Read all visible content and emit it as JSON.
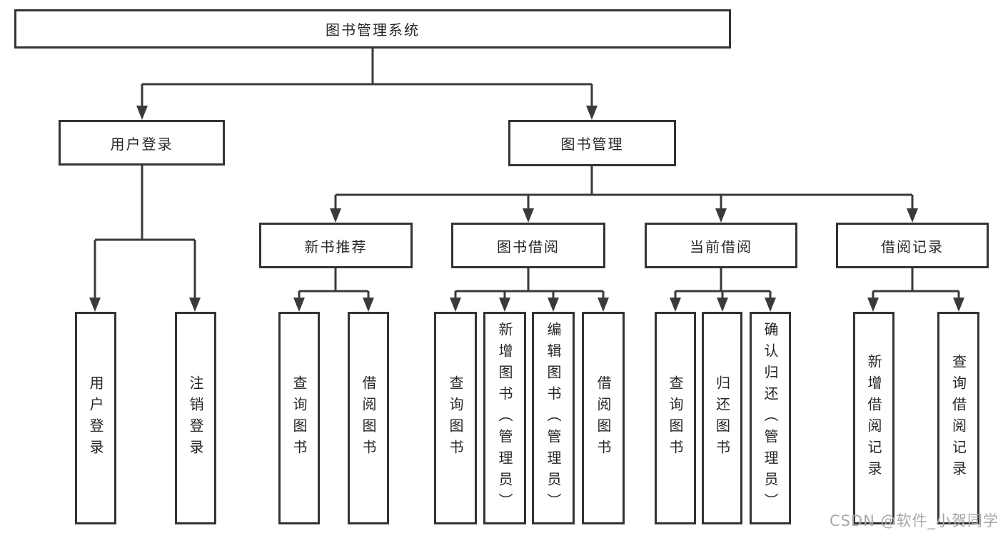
{
  "diagram": {
    "title_node": "图书管理系统",
    "nodes": {
      "root": "图书管理系统",
      "user_login": "用户登录",
      "book_mgmt": "图书管理",
      "new_book_rec": "新书推荐",
      "book_borrow": "图书借阅",
      "current_borrow": "当前借阅",
      "borrow_record": "借阅记录",
      "leaf_user_login": "用户登录",
      "leaf_logout": "注销登录",
      "leaf_rec_query": "查询图书",
      "leaf_rec_borrow": "借阅图书",
      "leaf_bb_query": "查询图书",
      "leaf_bb_add": "新增图书（管理员）",
      "leaf_bb_edit": "编辑图书（管理员）",
      "leaf_bb_borrow": "借阅图书",
      "leaf_cb_query": "查询图书",
      "leaf_cb_return": "归还图书",
      "leaf_cb_confirm": "确认归还（管理员）",
      "leaf_br_add": "新增借阅记录",
      "leaf_br_query": "查询借阅记录"
    },
    "hierarchy": {
      "图书管理系统": {
        "用户登录": [
          "用户登录",
          "注销登录"
        ],
        "图书管理": {
          "新书推荐": [
            "查询图书",
            "借阅图书"
          ],
          "图书借阅": [
            "查询图书",
            "新增图书（管理员）",
            "编辑图书（管理员）",
            "借阅图书"
          ],
          "当前借阅": [
            "查询图书",
            "归还图书",
            "确认归还（管理员）"
          ],
          "借阅记录": [
            "新增借阅记录",
            "查询借阅记录"
          ]
        }
      }
    },
    "colors": {
      "line": "#3a3a3a",
      "border": "#333333",
      "text": "#262626",
      "background": "#ffffff",
      "watermark": "#a8a8a8"
    }
  },
  "watermark": {
    "text": "CSDN @软件_小贺同学"
  }
}
